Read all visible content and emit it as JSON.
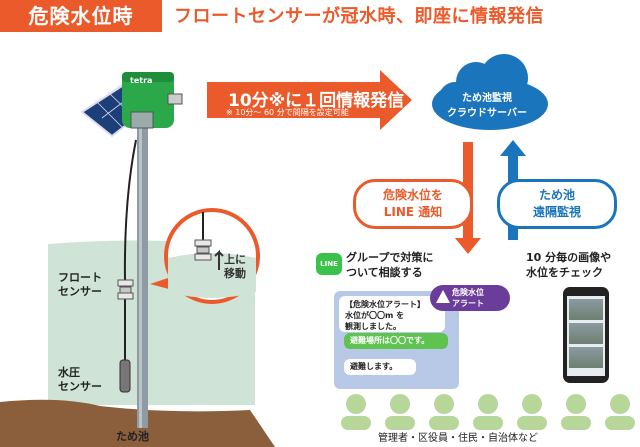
{
  "header": {
    "tag": "危険水位時",
    "headline": "フロートセンサーが冠水時、即座に情報発信"
  },
  "device": {
    "logo": "tetra"
  },
  "arrow_right": {
    "main": "10分※に１回情報発信",
    "note": "※ 10分～ 60 分で間隔を設定可能"
  },
  "cloud": {
    "line1": "ため池監視",
    "line2": "クラウドサーバー"
  },
  "warning_pill": {
    "line1": "危険水位を",
    "line2": "LINE 通知"
  },
  "monitor_pill": {
    "line1": "ため池",
    "line2": "遠隔監視"
  },
  "line_section": {
    "icon": "LINE",
    "title1": "グループで対策に",
    "title2": "ついて相談する",
    "messages": [
      "【危険水位アラート】",
      "水位が〇〇m を",
      "観測しました。",
      "避難場所は〇〇です。",
      "避難します。"
    ],
    "alert_line1": "危険水位",
    "alert_line2": "アラート"
  },
  "camera_section": {
    "line1": "10 分毎の画像や",
    "line2": "水位をチェック"
  },
  "labels": {
    "float1": "フロート",
    "float2": "センサー",
    "pressure1": "水圧",
    "pressure2": "センサー",
    "zoom1": "上に",
    "zoom2": "移動",
    "pond": "ため池",
    "people": "管理者・区役員・住民・自治体など"
  },
  "colors": {
    "orange": "#ea5a2b",
    "blue": "#1b75bc",
    "green": "#3ac34a",
    "water": "#cfe3d6",
    "people": "#b7d69a"
  }
}
